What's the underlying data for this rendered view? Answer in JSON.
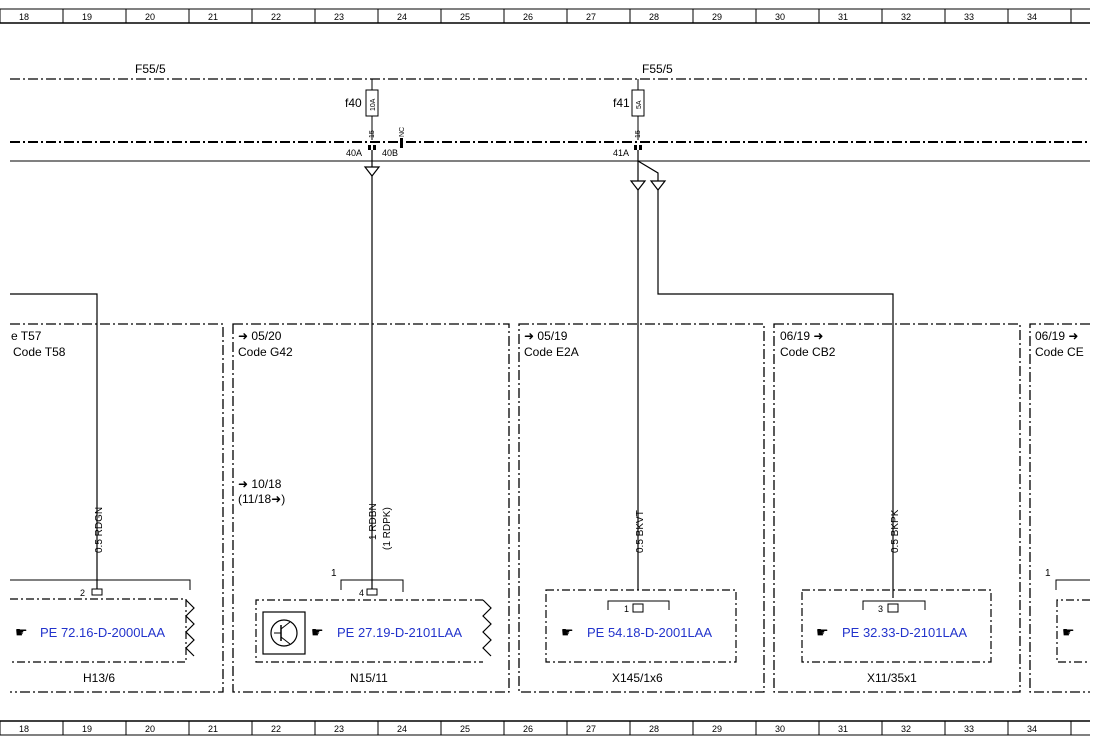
{
  "grid_numbers": [
    "18",
    "19",
    "20",
    "21",
    "22",
    "23",
    "24",
    "25",
    "26",
    "27",
    "28",
    "29",
    "30",
    "31",
    "32",
    "33",
    "34"
  ],
  "fuse_rail_left_label": "F55/5",
  "fuse_rail_right_label": "F55/5",
  "fuses": [
    {
      "name": "f40",
      "rating": "10A",
      "top_pin": "15",
      "pin_a": "40A",
      "pin_b": "40B",
      "nc_label": "NC"
    },
    {
      "name": "f41",
      "rating": "5A",
      "top_pin": "15",
      "pin_a": "41A"
    }
  ],
  "modules": [
    {
      "code_line1": "e T57",
      "code_line2": "Code T58",
      "wire": "0.5 RDGN",
      "pin": "2",
      "ref": "PE 72.16-D-2000LAA",
      "component": "H13/6"
    },
    {
      "code_line1": "➜ 05/20",
      "code_line2": "Code G42",
      "note_line1": "➜ 10/18",
      "note_line2": "(11/18➜)",
      "wire_line1": "1 RDBN",
      "wire_line2": "(1 RDPK)",
      "pin": "4",
      "connector_num": "1",
      "ref": "PE 27.19-D-2101LAA",
      "component": "N15/11"
    },
    {
      "code_line1": "➜ 05/19",
      "code_line2": "Code E2A",
      "wire": "0.5 BKVT",
      "pin": "1",
      "ref": "PE 54.18-D-2001LAA",
      "component": "X145/1x6"
    },
    {
      "code_line1": "06/19 ➜",
      "code_line2": "Code CB2",
      "wire": "0.5 BKPK",
      "pin": "3",
      "ref": "PE 32.33-D-2101LAA",
      "component": "X11/35x1"
    },
    {
      "code_line1": "06/19 ➜",
      "code_line2": "Code CE",
      "connector_num": "1"
    }
  ]
}
